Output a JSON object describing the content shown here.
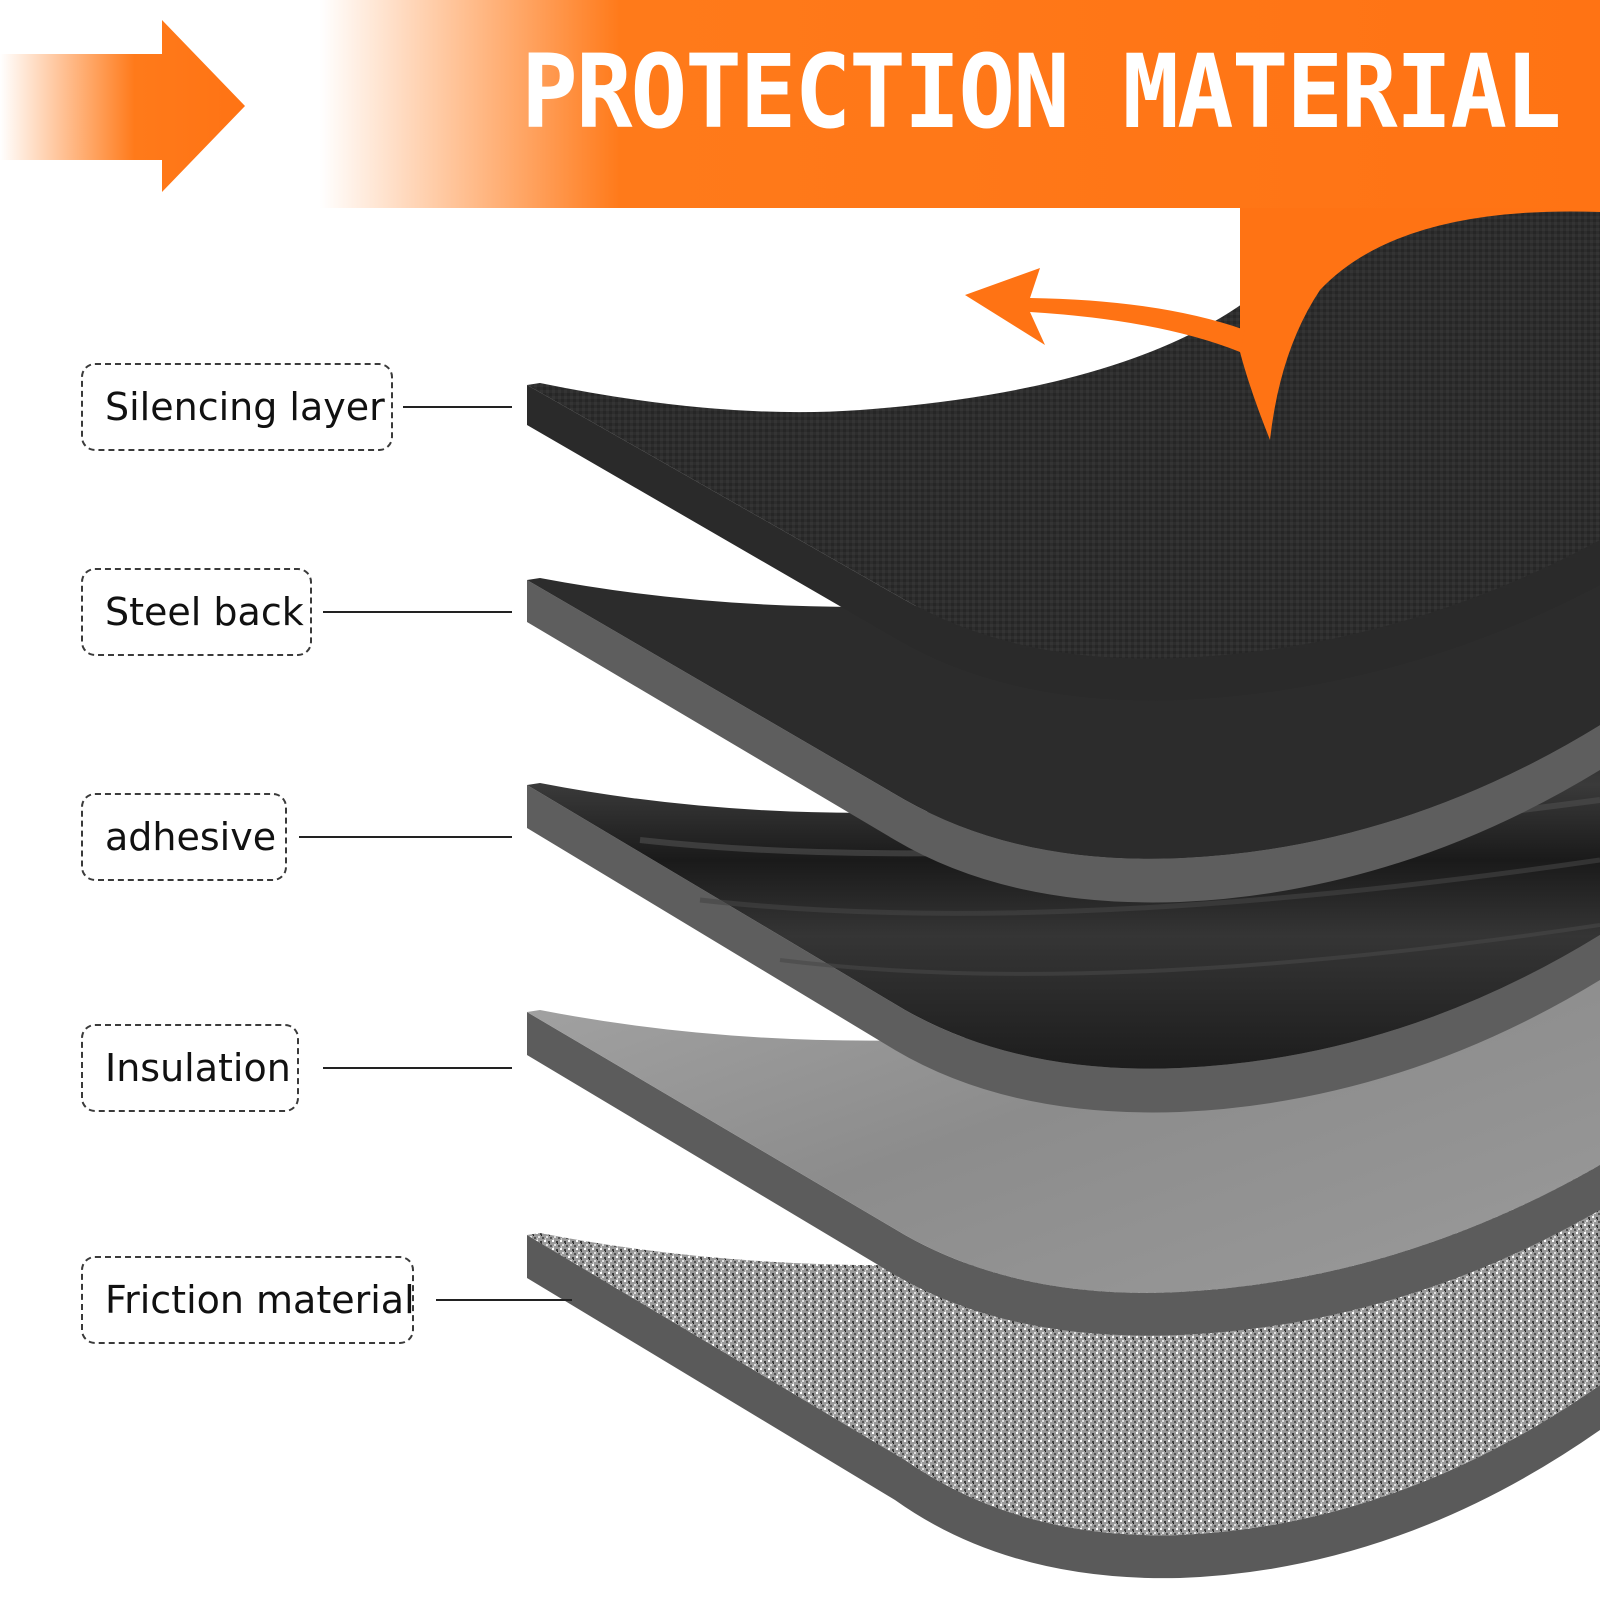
{
  "banner": {
    "title": "PROTECTION MATERIAL",
    "accent_color": "#ff7314"
  },
  "layers": [
    {
      "label": "Silencing layer"
    },
    {
      "label": "Steel back"
    },
    {
      "label": "adhesive"
    },
    {
      "label": "Insulation"
    },
    {
      "label": "Friction material"
    }
  ],
  "icons": {
    "banner_arrow": "arrow-right-icon",
    "curved_arrow": "curved-arrow-icon"
  }
}
